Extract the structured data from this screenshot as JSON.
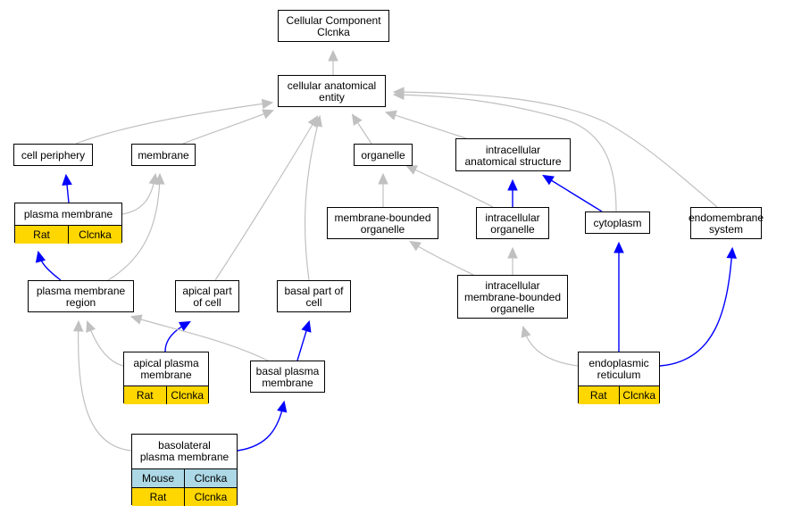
{
  "colors": {
    "is_a_edge": "#c0c0c0",
    "part_of_edge": "#0000ff",
    "rat_annotation": "#ffd700",
    "mouse_annotation": "#add8e6",
    "node_border": "#000000"
  },
  "nodes": [
    {
      "id": "root",
      "label": "Cellular Component\nClcnka"
    },
    {
      "id": "cae",
      "label": "cellular anatomical\nentity"
    },
    {
      "id": "cellper",
      "label": "cell periphery"
    },
    {
      "id": "membrane",
      "label": "membrane"
    },
    {
      "id": "organelle",
      "label": "organelle"
    },
    {
      "id": "ias",
      "label": "intracellular\nanatomical structure"
    },
    {
      "id": "pm",
      "label": "plasma membrane",
      "annotations": [
        {
          "species": "Rat",
          "gene": "Clcnka",
          "color": "#ffd700"
        }
      ]
    },
    {
      "id": "mbo",
      "label": "membrane-bounded\norganelle"
    },
    {
      "id": "io",
      "label": "intracellular\norganelle"
    },
    {
      "id": "cyto",
      "label": "cytoplasm"
    },
    {
      "id": "endo",
      "label": "endomembrane\nsystem"
    },
    {
      "id": "pmr",
      "label": "plasma membrane\nregion"
    },
    {
      "id": "apc",
      "label": "apical part\nof cell"
    },
    {
      "id": "bpc",
      "label": "basal part of\ncell"
    },
    {
      "id": "imbo",
      "label": "intracellular\nmembrane-bounded\norganelle"
    },
    {
      "id": "apm",
      "label": "apical plasma\nmembrane",
      "annotations": [
        {
          "species": "Rat",
          "gene": "Clcnka",
          "color": "#ffd700"
        }
      ]
    },
    {
      "id": "bpm",
      "label": "basal plasma\nmembrane"
    },
    {
      "id": "er",
      "label": "endoplasmic\nreticulum",
      "annotations": [
        {
          "species": "Rat",
          "gene": "Clcnka",
          "color": "#ffd700"
        }
      ]
    },
    {
      "id": "blpm",
      "label": "basolateral\nplasma membrane",
      "annotations": [
        {
          "species": "Mouse",
          "gene": "Clcnka",
          "color": "#add8e6"
        },
        {
          "species": "Rat",
          "gene": "Clcnka",
          "color": "#ffd700"
        }
      ]
    }
  ],
  "edges": [
    {
      "from": "cae",
      "to": "root",
      "type": "is_a"
    },
    {
      "from": "cellper",
      "to": "cae",
      "type": "is_a"
    },
    {
      "from": "membrane",
      "to": "cae",
      "type": "is_a"
    },
    {
      "from": "organelle",
      "to": "cae",
      "type": "is_a"
    },
    {
      "from": "ias",
      "to": "cae",
      "type": "is_a"
    },
    {
      "from": "cyto",
      "to": "cae",
      "type": "is_a"
    },
    {
      "from": "endo",
      "to": "cae",
      "type": "is_a"
    },
    {
      "from": "apc",
      "to": "cae",
      "type": "is_a"
    },
    {
      "from": "bpc",
      "to": "cae",
      "type": "is_a"
    },
    {
      "from": "pm",
      "to": "cellper",
      "type": "part_of"
    },
    {
      "from": "pm",
      "to": "membrane",
      "type": "is_a"
    },
    {
      "from": "pmr",
      "to": "pm",
      "type": "part_of"
    },
    {
      "from": "pmr",
      "to": "membrane",
      "type": "is_a"
    },
    {
      "from": "mbo",
      "to": "organelle",
      "type": "is_a"
    },
    {
      "from": "io",
      "to": "organelle",
      "type": "is_a"
    },
    {
      "from": "io",
      "to": "ias",
      "type": "part_of"
    },
    {
      "from": "cyto",
      "to": "ias",
      "type": "part_of"
    },
    {
      "from": "imbo",
      "to": "mbo",
      "type": "is_a"
    },
    {
      "from": "imbo",
      "to": "io",
      "type": "is_a"
    },
    {
      "from": "apm",
      "to": "apc",
      "type": "part_of"
    },
    {
      "from": "apm",
      "to": "pmr",
      "type": "is_a"
    },
    {
      "from": "bpm",
      "to": "bpc",
      "type": "part_of"
    },
    {
      "from": "bpm",
      "to": "pmr",
      "type": "is_a"
    },
    {
      "from": "blpm",
      "to": "bpm",
      "type": "part_of"
    },
    {
      "from": "blpm",
      "to": "pmr",
      "type": "is_a"
    },
    {
      "from": "er",
      "to": "imbo",
      "type": "is_a"
    },
    {
      "from": "er",
      "to": "cyto",
      "type": "part_of"
    },
    {
      "from": "er",
      "to": "endo",
      "type": "part_of"
    }
  ]
}
